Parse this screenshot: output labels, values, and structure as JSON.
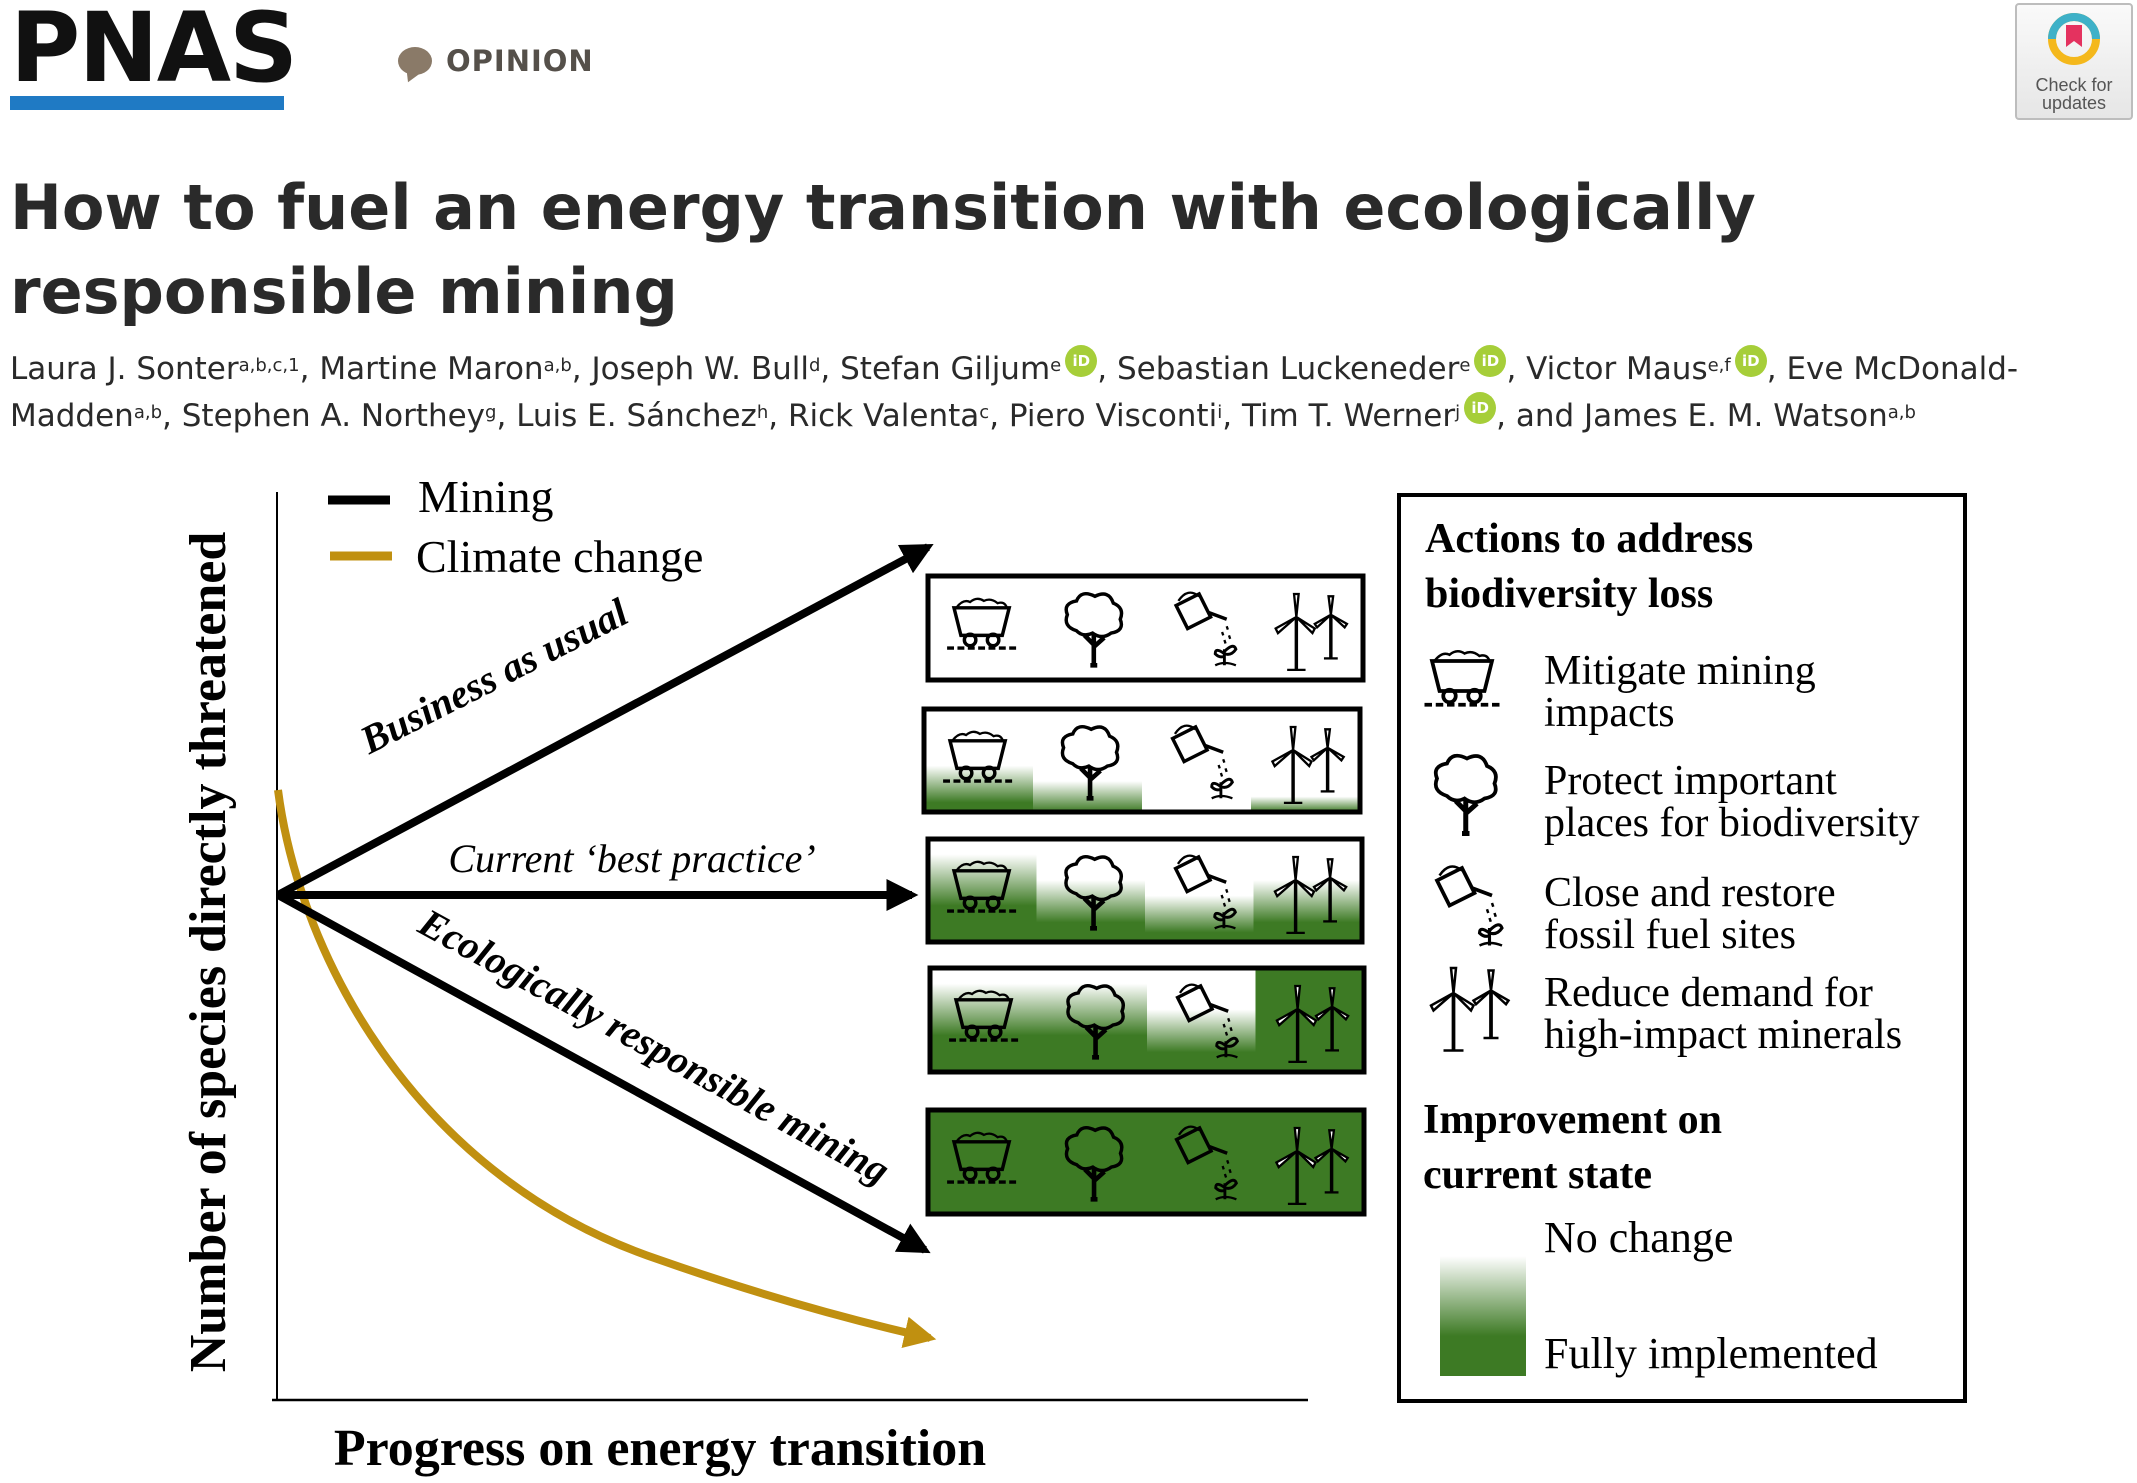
{
  "journal": {
    "logo_text": "PNAS",
    "section_badge": "OPINION",
    "check_updates_line1": "Check for",
    "check_updates_line2": "updates"
  },
  "article": {
    "title": "How to fuel an energy transition with ecologically responsible mining",
    "authors": [
      {
        "name": "Laura J. Sonter",
        "aff": "a,b,c,1",
        "orcid": false
      },
      {
        "name": "Martine Maron",
        "aff": "a,b",
        "orcid": false
      },
      {
        "name": "Joseph W. Bull",
        "aff": "d",
        "orcid": false
      },
      {
        "name": "Stefan Giljum",
        "aff": "e",
        "orcid": true
      },
      {
        "name": "Sebastian Luckeneder",
        "aff": "e",
        "orcid": true
      },
      {
        "name": "Victor Maus",
        "aff": "e,f",
        "orcid": true
      },
      {
        "name": "Eve McDonald-Madden",
        "aff": "a,b",
        "orcid": false
      },
      {
        "name": "Stephen A. Northey",
        "aff": "g",
        "orcid": false
      },
      {
        "name": "Luis E. Sánchez",
        "aff": "h",
        "orcid": false
      },
      {
        "name": "Rick Valenta",
        "aff": "c",
        "orcid": false
      },
      {
        "name": "Piero Visconti",
        "aff": "i",
        "orcid": false
      },
      {
        "name": "Tim T. Werner",
        "aff": "j",
        "orcid": true
      },
      {
        "name": "James E. M. Watson",
        "aff": "a,b",
        "orcid": false
      }
    ],
    "conjunction": "and",
    "orcid_label": "iD"
  },
  "figure": {
    "y_axis_label": "Number of species directly threatened",
    "x_axis_label": "Progress on energy transition",
    "legend": {
      "mining": "Mining",
      "climate": "Climate change"
    },
    "pathways": {
      "business": "Business as usual",
      "best_practice": "Current ‘best practice’",
      "ecological": "Ecologically responsible mining"
    },
    "panel": {
      "title_line1": "Actions to address",
      "title_line2": "biodiversity loss",
      "actions": [
        {
          "line1": "Mitigate mining",
          "line2": "impacts",
          "icon": "mine-cart-icon"
        },
        {
          "line1": "Protect important",
          "line2": "places for biodiversity",
          "icon": "tree-icon"
        },
        {
          "line1": "Close and restore",
          "line2": "fossil fuel sites",
          "icon": "watering-can-icon"
        },
        {
          "line1": "Reduce demand for",
          "line2": "high-impact minerals",
          "icon": "wind-turbine-icon"
        }
      ],
      "improvement_line1": "Improvement on",
      "improvement_line2": "current state",
      "scale_low": "No change",
      "scale_high": "Fully implemented"
    },
    "scenario_rows": [
      {
        "fills": [
          0,
          0,
          0,
          0
        ]
      },
      {
        "fills": [
          0.45,
          0.3,
          0,
          0.15
        ]
      },
      {
        "fills": [
          0.85,
          0.6,
          0.45,
          0.6
        ]
      },
      {
        "fills": [
          0.85,
          0.85,
          0.6,
          1
        ]
      },
      {
        "fills": [
          1,
          1,
          1,
          1
        ]
      }
    ],
    "colors": {
      "mining": "#000000",
      "climate": "#c09010",
      "green": "#3d7a24"
    }
  }
}
